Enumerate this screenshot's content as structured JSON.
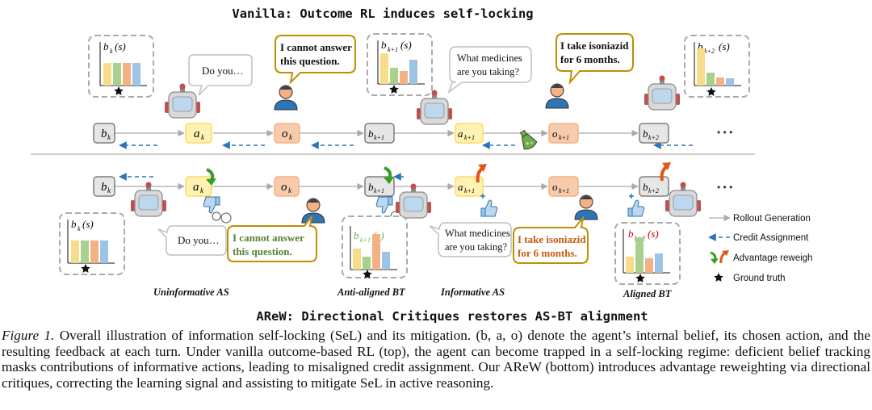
{
  "titles": {
    "top": "Vanilla: Outcome RL induces self-locking",
    "bottom": "AReW: Directional Critiques restores AS-BT alignment"
  },
  "nodes": {
    "b_k": "b",
    "a_k": "a",
    "o_k": "o",
    "sub_k": "k",
    "sub_k1": "k+1",
    "sub_k2": "k+2",
    "ellipsis": "• • •"
  },
  "belief_labels": {
    "bk": "b",
    "func": "(s)"
  },
  "speech_top": {
    "do_you": "Do you…",
    "cannot1": "I cannot answer",
    "cannot2": "this question.",
    "medicines1": "What medicines",
    "medicines2": "are you taking?",
    "isoniazid1": "I take isoniazid",
    "isoniazid2": "for 6 months."
  },
  "speech_bottom": {
    "do_you": "Do you…",
    "cannot1": "I cannot answer",
    "cannot2": "this question.",
    "medicines1": "What medicines",
    "medicines2": "are you taking?",
    "isoniazid1": "I take isoniazid",
    "isoniazid2": "for 6 months."
  },
  "stage_labels": {
    "uninformative": "Uninformative AS",
    "anti_aligned": "Anti-aligned BT",
    "informative": "Informative AS",
    "aligned": "Aligned BT"
  },
  "legend": {
    "rollout": "Rollout Generation",
    "credit": "Credit Assignment",
    "advantage": "Advantage reweigh",
    "ground_truth": "Ground truth"
  },
  "caption": {
    "fig_label": "Figure 1.",
    "text": " Overall illustration of information self-locking (SeL) and its mitigation. (b, a, o) denote the agent’s internal belief, its chosen action, and the resulting feedback at each turn. Under vanilla outcome-based RL (top), the agent can become trapped in a self-locking regime: deficient belief tracking masks contributions of informative actions, leading to misaligned credit assignment. Our AReW (bottom) introduces advantage reweighting via directional critiques, correcting the learning signal and assisting to mitigate SeL in active reasoning."
  },
  "colors": {
    "bar_yellow": "#f7dd8a",
    "bar_green": "#a9d18e",
    "bar_orange": "#f4b183",
    "bar_blue": "#9dc3e6",
    "action_fill": "#fff2b3",
    "obs_fill": "#f8cbad",
    "belief_fill": "#e7e6e6",
    "credit_blue": "#2e75b6",
    "adv_green": "#3a9d23",
    "adv_orange": "#e2531e",
    "gold": "#bf9000"
  }
}
